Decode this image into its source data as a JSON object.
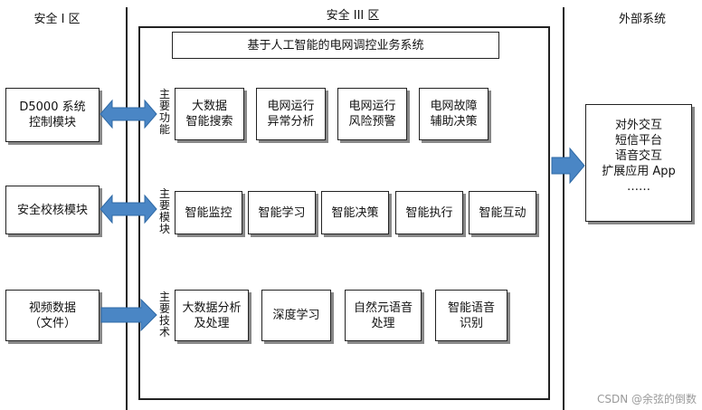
{
  "zones": {
    "left": "安全 I 区",
    "middle": "安全 III 区",
    "right": "外部系统"
  },
  "system_title": "基于人工智能的电网调控业务系统",
  "left_modules": [
    "D5000 系统\n控制模块",
    "安全校核模块",
    "视频数据\n（文件）"
  ],
  "rows": {
    "functions": {
      "label": "主要功能",
      "items": [
        "大数据\n智能搜索",
        "电网运行\n异常分析",
        "电网运行\n风险预警",
        "电网故障\n辅助决策"
      ]
    },
    "modules": {
      "label": "主要模块",
      "items": [
        "智能监控",
        "智能学习",
        "智能决策",
        "智能执行",
        "智能互动"
      ]
    },
    "technologies": {
      "label": "主要技术",
      "items": [
        "大数据分析\n及处理",
        "深度学习",
        "自然元语音\n处理",
        "智能语音\n识别"
      ]
    }
  },
  "external": {
    "lines": [
      "对外交互",
      "短信平台",
      "语音交互",
      "扩展应用 App",
      "……"
    ]
  },
  "watermark": "CSDN @余弦的倒数",
  "colors": {
    "arrow_fill": "#4a86c5",
    "border": "#222222",
    "shadow": "#888888"
  }
}
